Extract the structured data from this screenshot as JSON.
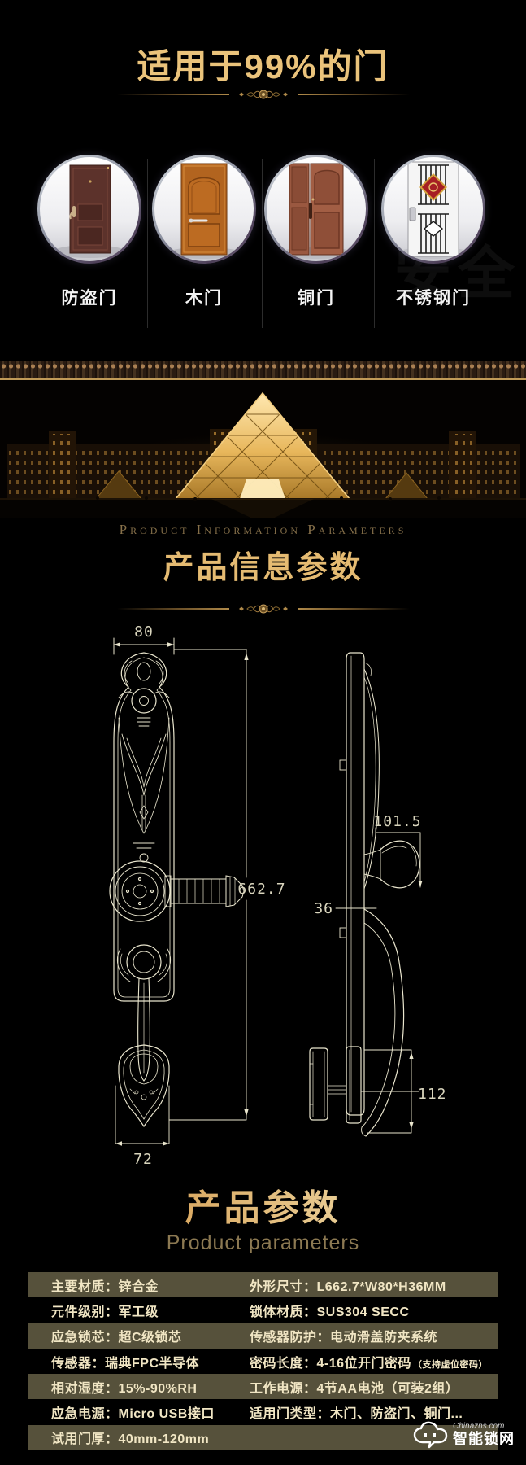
{
  "hero": {
    "title": "适用于99%的门"
  },
  "doors": {
    "ghost_text": "安全",
    "items": [
      {
        "label": "防盗门"
      },
      {
        "label": "木门"
      },
      {
        "label": "铜门"
      },
      {
        "label": "不锈钢门"
      }
    ]
  },
  "info_section": {
    "en_caption": "Product Information Parameters",
    "cn_title": "产品信息参数"
  },
  "diagram": {
    "dimensions": {
      "width_top": "80",
      "total_height": "662.7",
      "depth_with_knob": "101.5",
      "body_thickness": "36",
      "handle_height": "112",
      "base_width": "72"
    }
  },
  "params": {
    "cn_title": "产品参数",
    "en_subtitle": "Product parameters",
    "rows": [
      {
        "left": "主要材质：锌合金",
        "right": "外形尺寸：L662.7*W80*H36MM",
        "note": ""
      },
      {
        "left": "元件级别：军工级",
        "right": "锁体材质：SUS304 SECC",
        "note": ""
      },
      {
        "left": "应急锁芯：超C级锁芯",
        "right": "传感器防护：电动滑盖防夹系统",
        "note": ""
      },
      {
        "left": "传感器：瑞典FPC半导体",
        "right": "密码长度：4-16位开门密码",
        "note": "（支持虚位密码）"
      },
      {
        "left": "相对湿度：15%-90%RH",
        "right": "工作电源：4节AA电池（可装2组）",
        "note": ""
      },
      {
        "left": "应急电源：Micro USB接口",
        "right": "适用门类型：木门、防盗门、铜门...",
        "note": ""
      },
      {
        "left": "试用门厚：40mm-120mm",
        "right": "",
        "note": ""
      }
    ]
  },
  "watermark": {
    "site": "Chinazns.com",
    "name": "智能锁网"
  },
  "colors": {
    "gold_title": "#eac37b",
    "table_row_olive": "#56513b",
    "drawing_line": "#eae6ce",
    "accent_gold_line": "#c09a58"
  }
}
